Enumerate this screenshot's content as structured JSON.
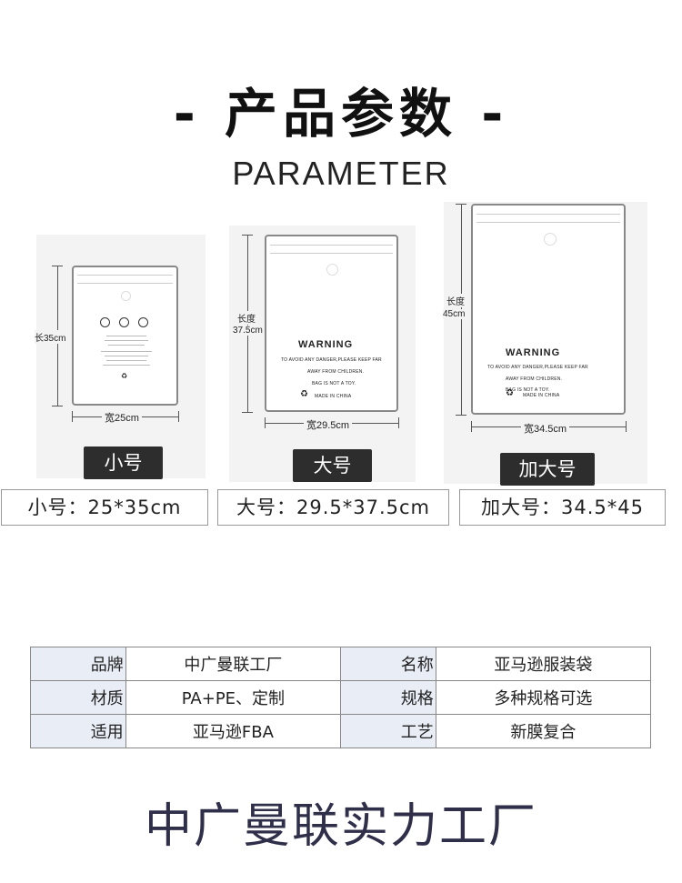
{
  "header": {
    "title": "- 产品参数 -",
    "subtitle": "PARAMETER"
  },
  "bags": [
    {
      "badge": "小号",
      "width_label": "宽25cm",
      "height_label": "长35cm"
    },
    {
      "badge": "大号",
      "width_label": "宽29.5cm",
      "height_label_1": "长度",
      "height_label_2": "37.5cm",
      "warning_title": "WARNING",
      "warning_line1": "TO AVOID ANY DANGER,PLEASE KEEP FAR",
      "warning_line2": "AWAY FROM CHILDREN.",
      "warning_line3": "BAG IS NOT A TOY.",
      "made_in": "MADE IN CHINA"
    },
    {
      "badge": "加大号",
      "width_label": "宽34.5cm",
      "height_label_1": "长度",
      "height_label_2": "45cm",
      "warning_title": "WARNING",
      "warning_line1": "TO AVOID ANY DANGER,PLEASE KEEP FAR",
      "warning_line2": "AWAY FROM CHILDREN.",
      "warning_line3": "BAG IS NOT A TOY.",
      "made_in": "MADE IN CHINA"
    }
  ],
  "sizes": [
    "小号：25*35cm",
    "大号：29.5*37.5cm",
    "加大号：34.5*45"
  ],
  "spec_table": [
    {
      "k1": "品牌",
      "v1": "中广曼联工厂",
      "k2": "名称",
      "v2": "亚马逊服装袋"
    },
    {
      "k1": "材质",
      "v1": "PA+PE、定制",
      "k2": "规格",
      "v2": "多种规格可选"
    },
    {
      "k1": "适用",
      "v1": "亚马逊FBA",
      "k2": "工艺",
      "v2": "新膜复合"
    }
  ],
  "footer": {
    "text": "中广曼联实力工厂"
  }
}
